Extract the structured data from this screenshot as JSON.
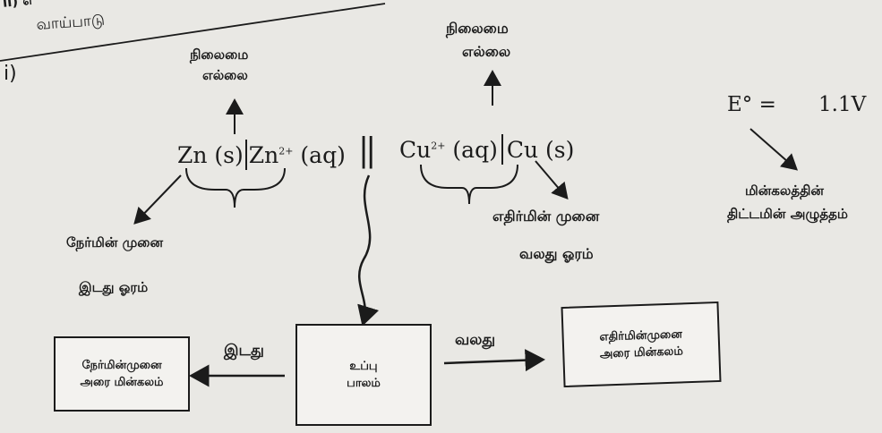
{
  "header": {
    "label_top": "ii) எ",
    "label": "வாய்பாடு"
  },
  "item_number": "i)",
  "notation": {
    "anode": "Zn (s)",
    "anode_ion": "Zn",
    "anode_charge": "2+",
    "aq1": "(aq)",
    "salt_bridge": "||",
    "cathode_ion": "Cu",
    "cathode_charge": "2+",
    "aq2": "(aq)",
    "cathode": "Cu (s)"
  },
  "labels": {
    "boundary_left_1": "நிலைமை",
    "boundary_left_2": "எல்லை",
    "boundary_right_1": "நிலைமை",
    "boundary_right_2": "எல்லை",
    "anode_1": "நேர்மின் முனை",
    "anode_2": "இடது ஓரம்",
    "cathode_1": "எதிர்மின் முனை",
    "cathode_2": "வலது ஓரம்",
    "emf_symbol": "E° =",
    "emf_value": "1.1V",
    "emf_desc_1": "மின்கலத்தின்",
    "emf_desc_2": "திட்டமின் அழுத்தம்",
    "left_arrow": "இடது",
    "right_arrow": "வலது"
  },
  "boxes": {
    "left": [
      "நேர்மின்முனை",
      "அரை மின்கலம்"
    ],
    "center": [
      "உப்பு",
      "பாலம்"
    ],
    "right": [
      "எதிர்மின்முனை",
      "அரை மின்கலம்"
    ]
  }
}
